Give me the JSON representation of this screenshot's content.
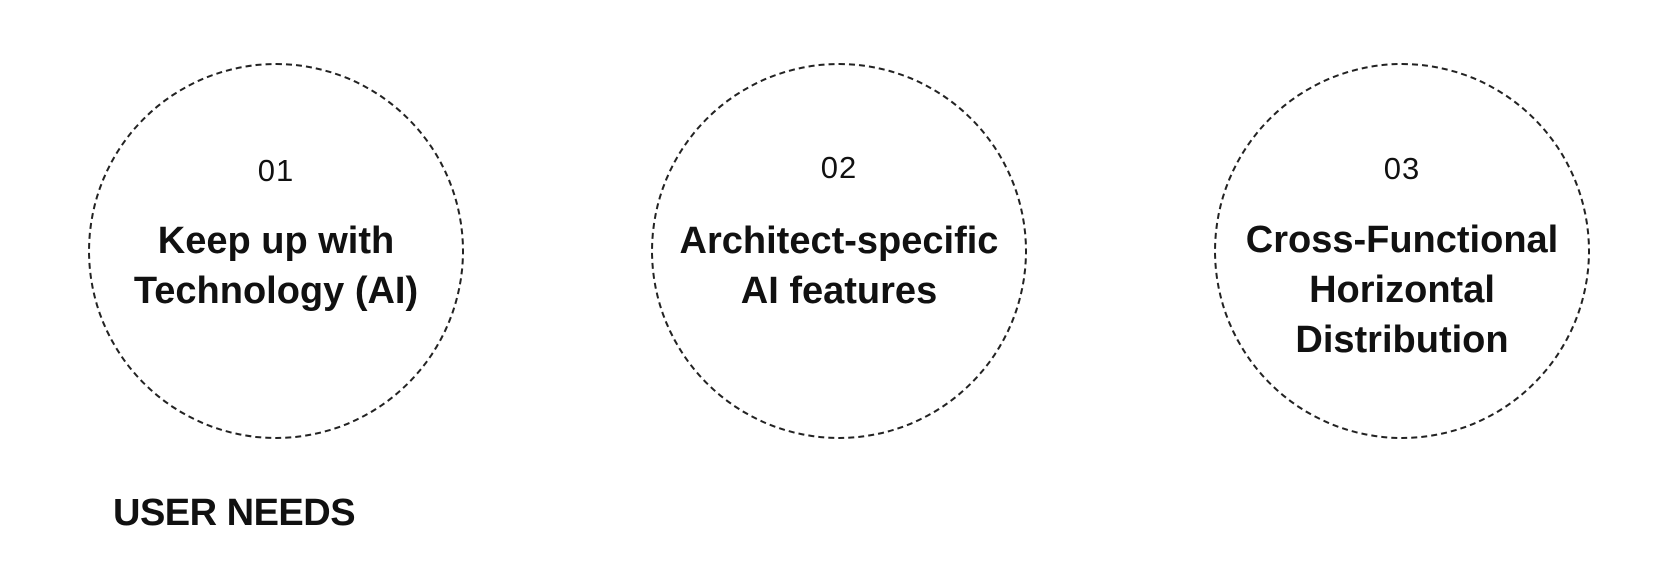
{
  "needs": [
    {
      "number": "01",
      "title_lines": [
        "Keep up with",
        "Technology (AI)"
      ]
    },
    {
      "number": "02",
      "title_lines": [
        "Architect-specific",
        "AI features"
      ]
    },
    {
      "number": "03",
      "title_lines": [
        "Cross-Functional",
        "Horizontal",
        "Distribution"
      ]
    }
  ],
  "section_label": "USER NEEDS",
  "colors": {
    "text": "#111111",
    "circle_border": "#222222",
    "background": "#ffffff"
  }
}
